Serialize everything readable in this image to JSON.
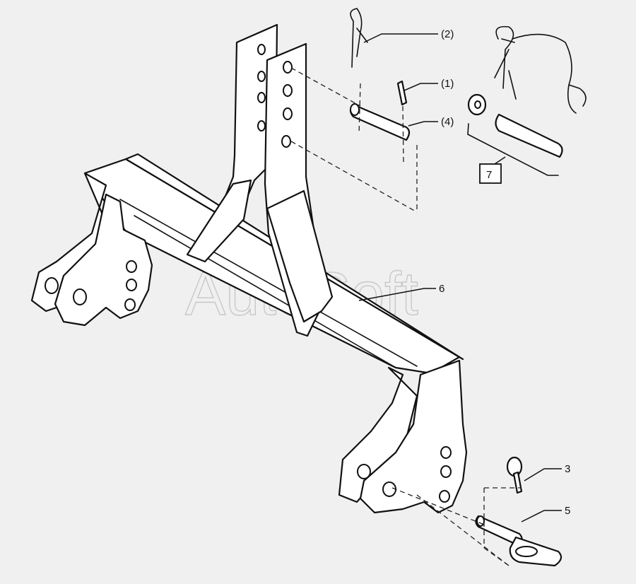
{
  "watermark": "AutoSoft",
  "callouts": {
    "c1": "(1)",
    "c2": "(2)",
    "c3": "3",
    "c4": "(4)",
    "c5": "5",
    "c6": "6",
    "c7": "7"
  }
}
